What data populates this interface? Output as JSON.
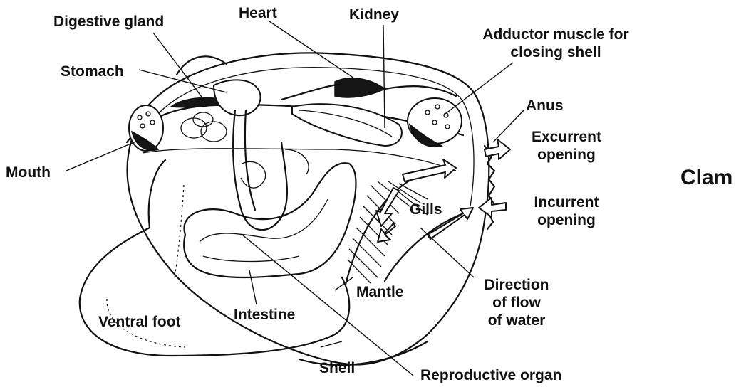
{
  "labels": {
    "digestive_gland": "Digestive gland",
    "heart": "Heart",
    "kidney": "Kidney",
    "adductor_line1": "Adductor muscle for",
    "adductor_line2": "closing shell",
    "stomach": "Stomach",
    "anus": "Anus",
    "excurrent_line1": "Excurrent",
    "excurrent_line2": "opening",
    "mouth": "Mouth",
    "clam": "Clam",
    "gills": "Gills",
    "incurrent_line1": "Incurrent",
    "incurrent_line2": "opening",
    "direction_line1": "Direction",
    "direction_line2": "of flow",
    "direction_line3": "of water",
    "mantle": "Mantle",
    "ventral_foot": "Ventral foot",
    "intestine": "Intestine",
    "shell": "Shell",
    "reproductive_organ": "Reproductive organ"
  }
}
